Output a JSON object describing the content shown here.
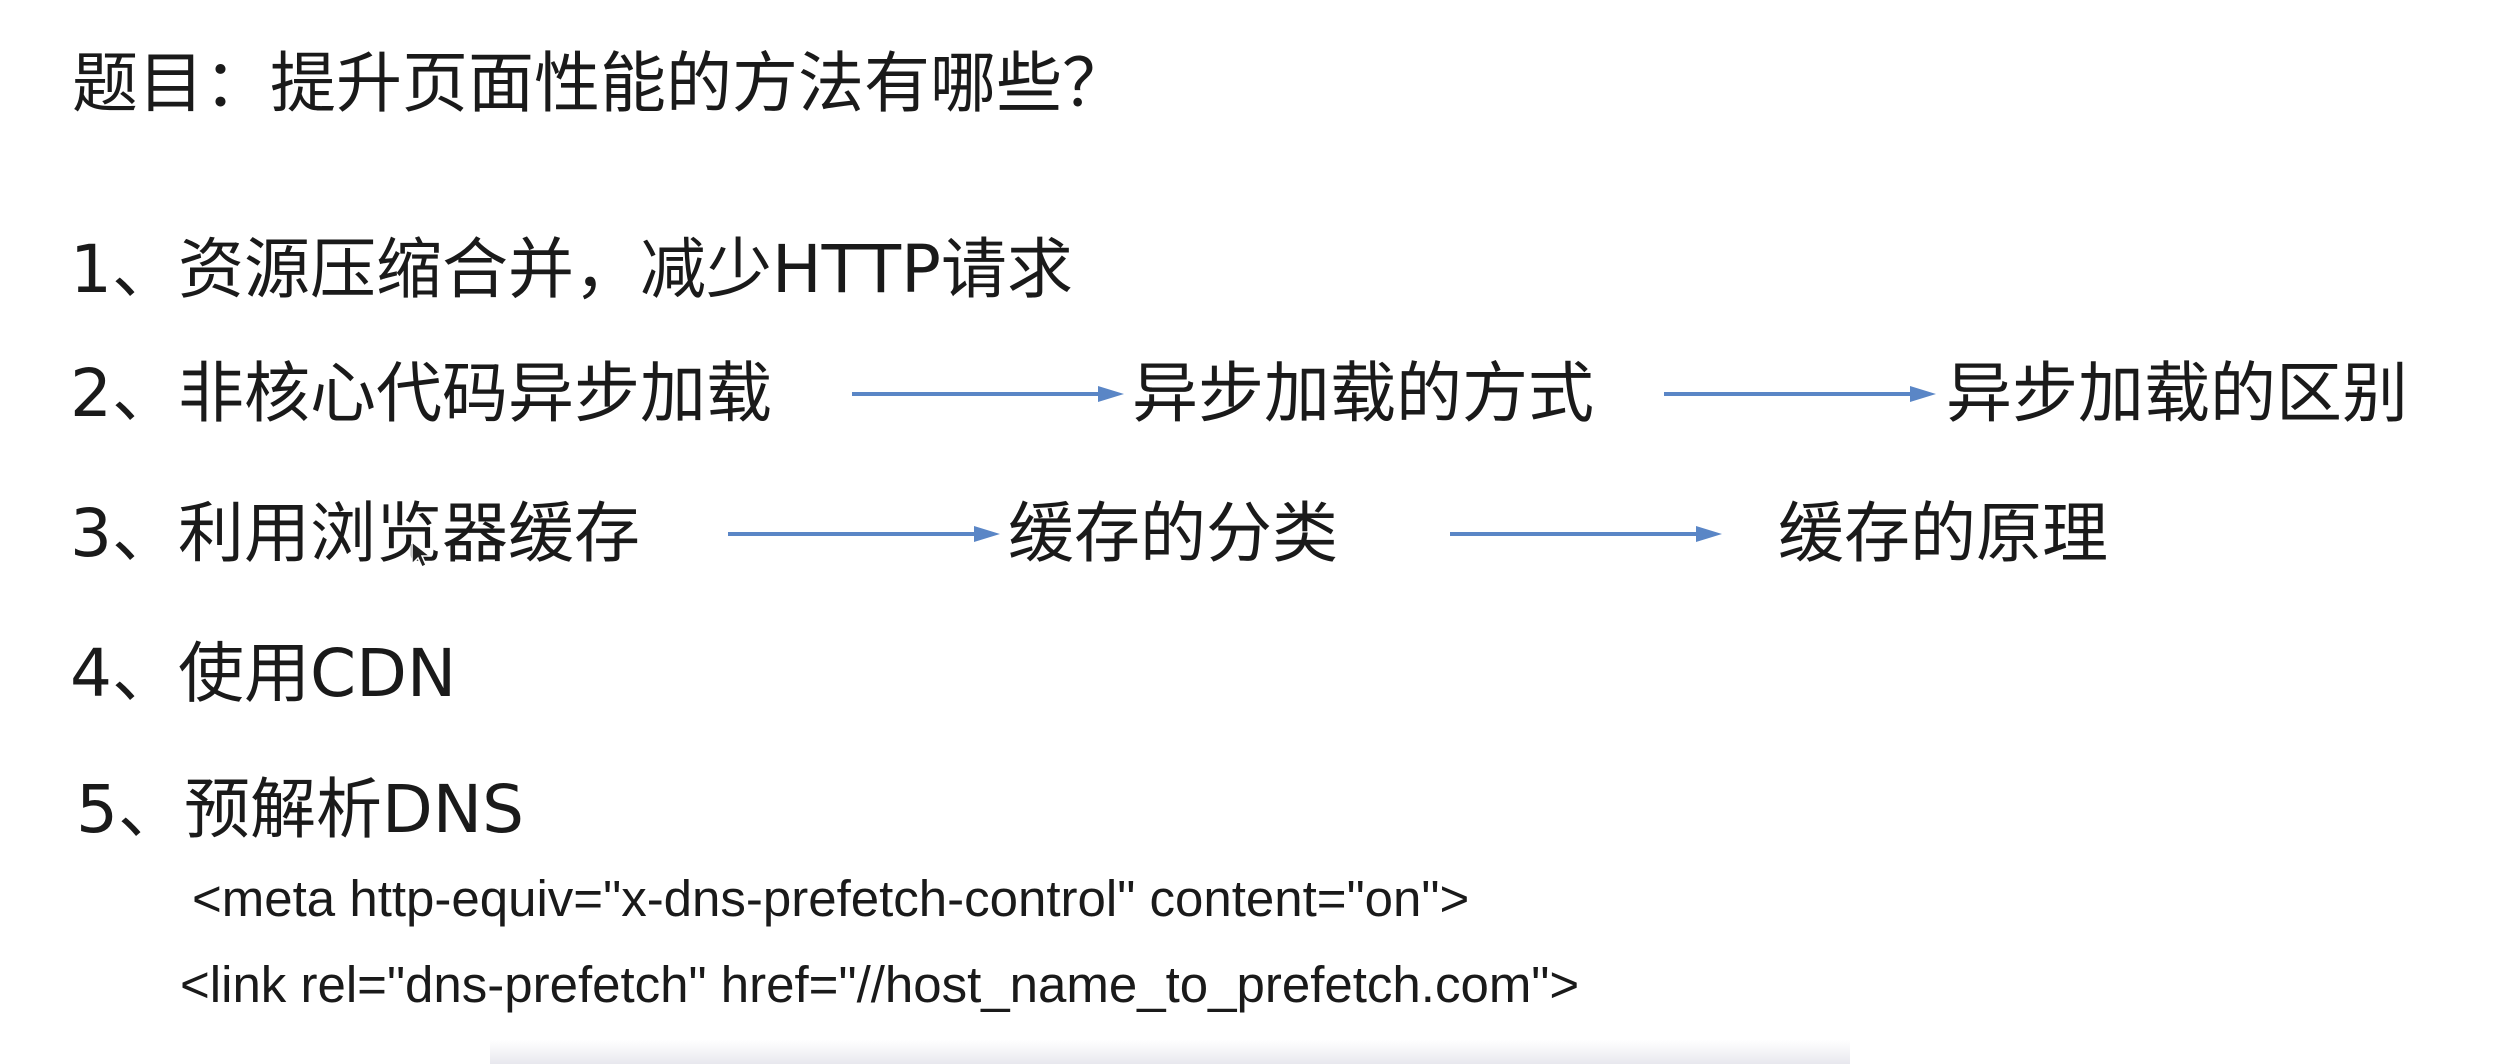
{
  "title": "题目：提升页面性能的方法有哪些？",
  "items": [
    {
      "text": "1、资源压缩合并，减少HTTP请求"
    },
    {
      "text": "2、非核心代码异步加载",
      "flow": [
        "异步加载的方式",
        "异步加载的区别"
      ]
    },
    {
      "text": "3、利用浏览器缓存",
      "flow": [
        "缓存的分类",
        "缓存的原理"
      ]
    },
    {
      "text": "4、使用CDN"
    },
    {
      "text": "5、预解析DNS"
    }
  ],
  "code_lines": [
    "<meta http-equiv=\"x-dns-prefetch-control\" content=\"on\">",
    "<link rel=\"dns-prefetch\" href=\"//host_name_to_prefetch.com\">"
  ],
  "colors": {
    "arrow": "#5a86c6",
    "text": "#1a1a1a"
  }
}
